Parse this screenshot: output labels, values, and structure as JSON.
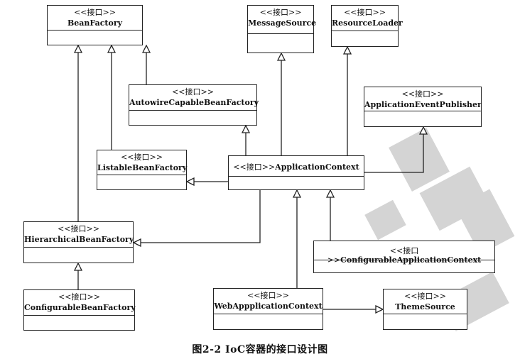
{
  "stereotype": "<<接口>>",
  "boxes": {
    "bean_factory": "BeanFactory",
    "message_source": "MessageSource",
    "resource_loader": "ResourceLoader",
    "autowire_capable_bean_factory": "AutowireCapableBeanFactory",
    "application_event_publisher": "ApplicationEventPublisher",
    "listable_bean_factory": "ListableBeanFactory",
    "application_context": "ApplicationContext",
    "hierarchical_bean_factory": "HierarchicalBeanFactory",
    "configurable_application_context": "ConfigurableApplicationContext",
    "configurable_bean_factory": "ConfigurableBeanFactory",
    "web_application_context": "WebAppplicationContext",
    "theme_source": "ThemeSource"
  },
  "caption": "图2-2   IoC容器的接口设计图"
}
